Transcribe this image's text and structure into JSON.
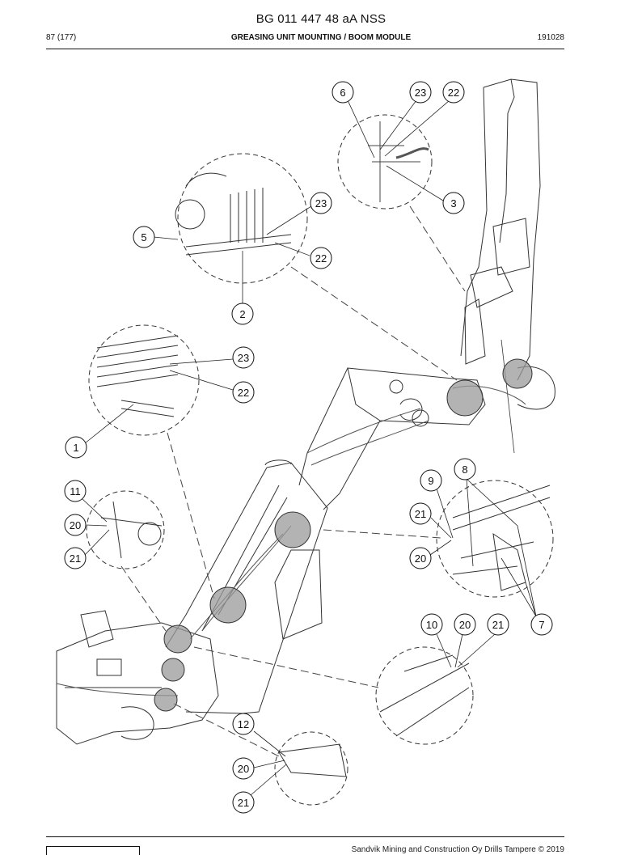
{
  "header": {
    "doc_code": "BG 011 447 48 aA NSS",
    "page_ref": "87 (177)",
    "section_title": "GREASING UNIT MOUNTING / BOOM MODULE",
    "date_code": "191028"
  },
  "callouts": [
    {
      "id": "c-6",
      "label": "6"
    },
    {
      "id": "c-23a",
      "label": "23"
    },
    {
      "id": "c-22a",
      "label": "22"
    },
    {
      "id": "c-3",
      "label": "3"
    },
    {
      "id": "c-23b",
      "label": "23"
    },
    {
      "id": "c-5",
      "label": "5"
    },
    {
      "id": "c-22b",
      "label": "22"
    },
    {
      "id": "c-2",
      "label": "2"
    },
    {
      "id": "c-23c",
      "label": "23"
    },
    {
      "id": "c-22c",
      "label": "22"
    },
    {
      "id": "c-1",
      "label": "1"
    },
    {
      "id": "c-11",
      "label": "11"
    },
    {
      "id": "c-20a",
      "label": "20"
    },
    {
      "id": "c-21a",
      "label": "21"
    },
    {
      "id": "c-8",
      "label": "8"
    },
    {
      "id": "c-9",
      "label": "9"
    },
    {
      "id": "c-21b",
      "label": "21"
    },
    {
      "id": "c-20b",
      "label": "20"
    },
    {
      "id": "c-10",
      "label": "10"
    },
    {
      "id": "c-20c",
      "label": "20"
    },
    {
      "id": "c-21c",
      "label": "21"
    },
    {
      "id": "c-7",
      "label": "7"
    },
    {
      "id": "c-12",
      "label": "12"
    },
    {
      "id": "c-20d",
      "label": "20"
    },
    {
      "id": "c-21d",
      "label": "21"
    }
  ],
  "footer": {
    "copyright": "Sandvik Mining and Construction Oy Drills Tampere © 2019"
  }
}
